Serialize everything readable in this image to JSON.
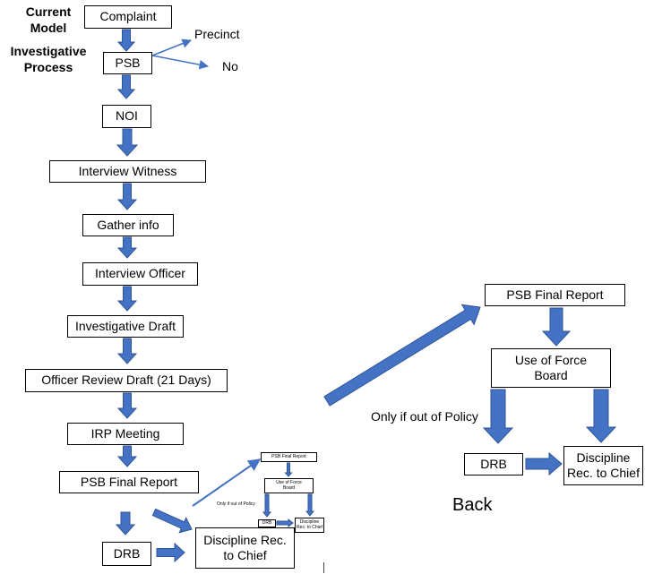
{
  "header": {
    "title_line1": "Current",
    "title_line2": "Model",
    "subtitle_line1": "Investigative",
    "subtitle_line2": "Process"
  },
  "main_flow": {
    "complaint": "Complaint",
    "psb": "PSB",
    "precinct": "Precinct",
    "no": "No",
    "noi": "NOI",
    "interview_witness": "Interview Witness",
    "gather_info": "Gather info",
    "interview_officer": "Interview Officer",
    "investigative_draft": "Investigative Draft",
    "officer_review_draft": "Officer Review Draft (21 Days)",
    "irp_meeting": "IRP Meeting",
    "psb_final_report": "PSB Final Report",
    "drb": "DRB",
    "discipline_line1": "Discipline Rec.",
    "discipline_line2": "to Chief"
  },
  "thumbnail": {
    "psb_final_report": "PSB Final Report",
    "use_of_force_line1": "Use of Force",
    "use_of_force_line2": "Board",
    "condition": "Only if out of Policy",
    "drb": "DRB",
    "discipline_line1": "Discipline",
    "discipline_line2": "Rec. to Chief"
  },
  "expanded": {
    "psb_final_report": "PSB Final Report",
    "use_of_force_line1": "Use of Force",
    "use_of_force_line2": "Board",
    "condition": "Only if out of Policy",
    "drb": "DRB",
    "discipline_line1": "Discipline",
    "discipline_line2": "Rec. to Chief"
  },
  "nav": {
    "back_label": "Back"
  },
  "colors": {
    "arrow_fill": "#4472C4",
    "arrow_stroke": "#2F5597"
  }
}
